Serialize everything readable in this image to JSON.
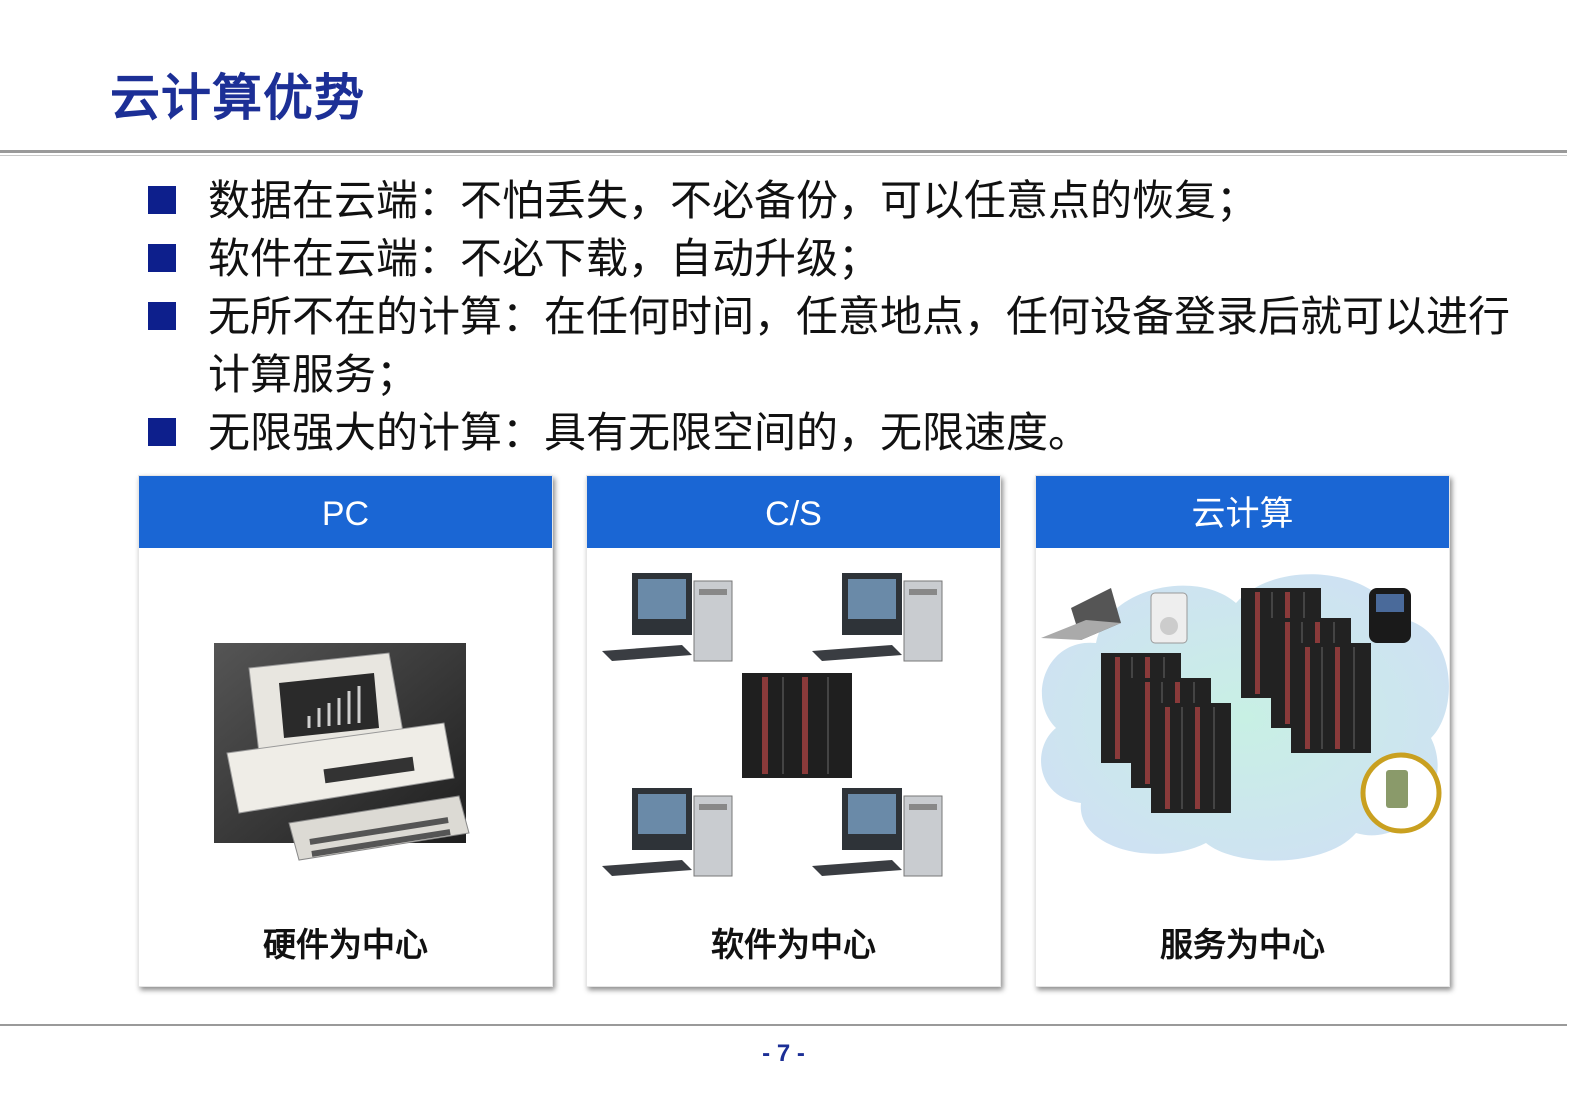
{
  "title": "云计算优势",
  "bullets": [
    "数据在云端：不怕丢失，不必备份，可以任意点的恢复；",
    "软件在云端：不必下载，自动升级；",
    "无所不在的计算：在任何时间，任意地点，任何设备登录后就可以进行计算服务；",
    "无限强大的计算：具有无限空间的，无限速度。"
  ],
  "panels": [
    {
      "header": "PC",
      "caption": "硬件为中心"
    },
    {
      "header": "C/S",
      "caption": "软件为中心"
    },
    {
      "header": "云计算",
      "caption": "服务为中心"
    }
  ],
  "page_number": "- 7 -",
  "colors": {
    "title": "#1c2f96",
    "panel_header": "#1a66d4",
    "bullet": "#0d1f8c"
  }
}
